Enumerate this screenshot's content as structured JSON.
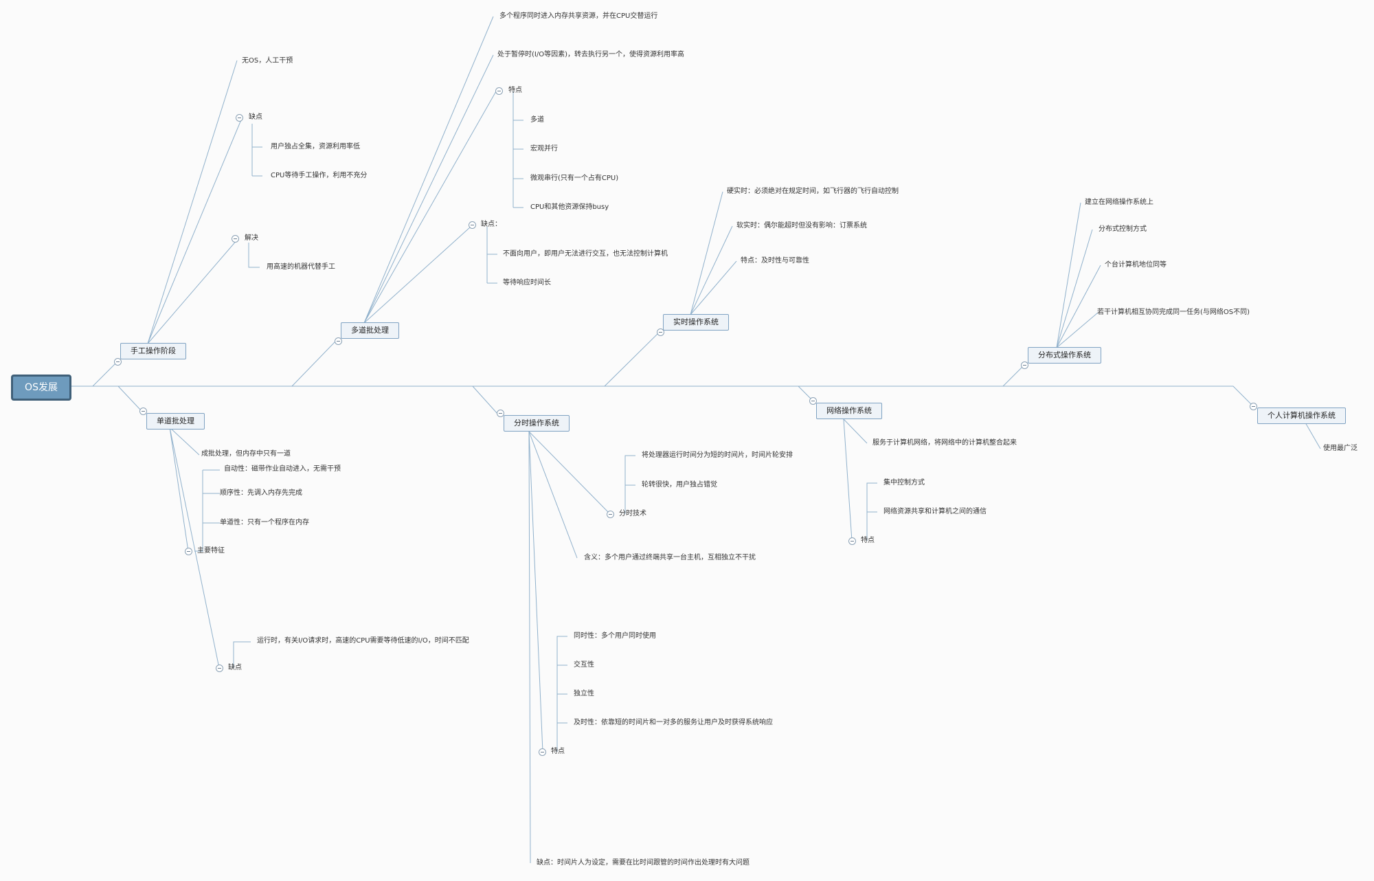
{
  "root": "OS发展",
  "branches": {
    "manual": "手工操作阶段",
    "multi": "多道批处理",
    "realtime": "实时操作系统",
    "distributed": "分布式操作系统",
    "single": "单道批处理",
    "timeshare": "分时操作系统",
    "network": "网络操作系统",
    "personal": "个人计算机操作系统"
  },
  "manual": {
    "no_os": "无OS，人工干预",
    "defect": "缺点",
    "defect_1": "用户独占全集，资源利用率低",
    "defect_2": "CPU等待手工操作，利用不充分",
    "solve": "解决",
    "solve_1": "用高速的机器代替手工"
  },
  "multi": {
    "l1": "多个程序同时进入内存共享资源，并在CPU交替运行",
    "l2": "处于暂停时(I/O等因素)，转去执行另一个，使得资源利用率高",
    "feature": "特点",
    "f1": "多道",
    "f2": "宏观并行",
    "f3": "微观串行(只有一个占有CPU)",
    "f4": "CPU和其他资源保持busy",
    "defect": "缺点：",
    "d1": "不面向用户，即用户无法进行交互，也无法控制计算机",
    "d2": "等待响应时间长"
  },
  "realtime": {
    "l1": "硬实时：必须绝对在规定时间，如飞行器的飞行自动控制",
    "l2": "软实时：偶尔能超时但没有影响：订票系统",
    "l3": "特点：及时性与可靠性"
  },
  "distributed": {
    "l1": "建立在网络操作系统上",
    "l2": "分布式控制方式",
    "l3": "个台计算机地位同等",
    "l4": "若干计算机相互协同完成同一任务(与网络OS不同)"
  },
  "single": {
    "l1": "成批处理，但内存中只有一道",
    "main": "主要特征",
    "m1": "自动性：磁带作业自动进入，无需干预",
    "m2": "顺序性：先调入内存先完成",
    "m3": "单道性：只有一个程序在内存",
    "defect": "缺点",
    "d1": "运行时，有关I/O请求时，高速的CPU需要等待低速的I/O，时间不匹配"
  },
  "timeshare": {
    "tech": "分时技术",
    "t1": "将处理器运行时间分为短的时间片，时间片轮安排",
    "t2": "轮转很快，用户独占错觉",
    "meaning": "含义：多个用户通过终端共享一台主机，互相独立不干扰",
    "feature": "特点",
    "f1": "同时性：多个用户同时使用",
    "f2": "交互性",
    "f3": "独立性",
    "f4": "及时性：依靠短的时间片和一对多的服务让用户及时获得系统响应",
    "defect": "缺点：时间片人为设定，需要在比时间跟管的时间作出处理时有大问题"
  },
  "network": {
    "l1": "服务于计算机网络，将网络中的计算机整合起来",
    "feature": "特点",
    "f1": "集中控制方式",
    "f2": "网络资源共享和计算机之间的通信"
  },
  "personal": {
    "l1": "使用最广泛"
  },
  "colors": {
    "line": "#8fb0cb",
    "root_fill": "#6e9bbd",
    "node_fill": "#eef3f8",
    "node_border": "#7fa2c2"
  }
}
